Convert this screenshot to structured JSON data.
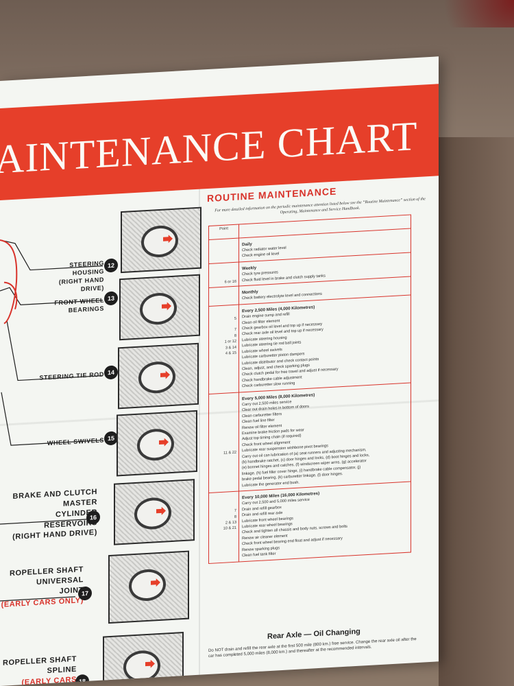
{
  "header": {
    "title": "AINTENANCE CHART"
  },
  "routine": {
    "title": "ROUTINE MAINTENANCE",
    "intro": "For more detailed information on the periodic maintenance attention listed below see the “Routine Maintenance” section of the Operating, Maintenance and Service Handbook.",
    "point_header": "Point",
    "sections": [
      {
        "title": "Daily",
        "points": [
          ""
        ],
        "items": [
          "Check radiator water level",
          "Check engine oil level"
        ]
      },
      {
        "title": "Weekly",
        "points": [
          "",
          "6 or 16"
        ],
        "items": [
          "Check tyre pressures",
          "Check fluid level in brake and clutch supply tanks"
        ]
      },
      {
        "title": "Monthly",
        "points": [
          ""
        ],
        "items": [
          "Check battery electrolyte level and connections"
        ]
      },
      {
        "title": "Every 2,500 Miles (4,000 Kilometres)",
        "points": [
          "5",
          "",
          "7",
          "8",
          "1 or 12",
          "3 & 14",
          "4 & 15",
          "",
          "",
          "",
          "",
          "",
          ""
        ],
        "items": [
          "Drain engine sump and refill",
          "Clean oil filter element",
          "Check gearbox oil level and top up if necessary",
          "Check rear axle oil level and top up if necessary",
          "Lubricate steering housing",
          "Lubricate steering tie rod ball joints",
          "Lubricate wheel swivels",
          "Lubricate carburetter piston dampers",
          "Lubricate distributor and check contact points",
          "Clean, adjust, and check sparking plugs",
          "Check clutch pedal for free travel and adjust if necessary",
          "Check handbrake cable adjustment",
          "Check carburetter slow running"
        ]
      },
      {
        "title": "Every 5,000 Miles (8,000 Kilometres)",
        "points": [
          "",
          "",
          "",
          "",
          "",
          "",
          "",
          "",
          "11 & 22",
          "",
          "",
          "",
          "",
          "",
          ""
        ],
        "items": [
          "Carry out 2,500 miles service",
          "Clear out drain holes in bottom of doors",
          "Clean carburetter filters",
          "Clean fuel line filter",
          "Renew oil filter element",
          "Examine brake friction pads for wear",
          "Adjust top timing chain (if required)",
          "Check front wheel alignment",
          "Lubricate rear suspension wishbone pivot bearings",
          "Carry out oil can lubrication of (a) seat runners and adjusting mechanism,",
          "(b) handbrake ratchet, (c) door hinges and locks, (d) boot hinges and locks,",
          "(e) bonnet hinges and catches, (f) windscreen wiper arms, (g) accelerator",
          "linkage, (h) fuel filler cover hinge, (i) handbrake cable compensator, (j)",
          "brake pedal bearing, (k) carburetter linkage, (l) door hinges.",
          "Lubricate the generator end bush."
        ]
      },
      {
        "title": "Every 10,000 Miles (16,000 Kilometres)",
        "points": [
          "",
          "7",
          "8",
          "2 & 13",
          "10 & 21",
          "",
          "",
          "",
          "",
          ""
        ],
        "items": [
          "Carry out 2,500 and 5,000 miles service",
          "Drain and refill gearbox",
          "Drain and refill rear axle",
          "Lubricate front wheel bearings",
          "Lubricate rear wheel bearings",
          "Check and tighten all chassis and body nuts, screws and bolts",
          "Renew air cleaner element",
          "Check front wheel bearing end float and adjust if necessary",
          "Renew sparking plugs",
          "Clean fuel tank filter"
        ]
      }
    ]
  },
  "rear_axle": {
    "title": "Rear Axle — Oil Changing",
    "text": "Do NOT drain and refill the rear axle at the first 500 mile (800 km.) free service. Change the rear axle oil after the car has completed 5,000 miles (8,000 km.) and thereafter at the recommended intervals."
  },
  "left_labels": [
    {
      "label": "STEERING HOUSING",
      "sub": "(RIGHT HAND DRIVE)",
      "num": "12"
    },
    {
      "label": "FRONT WHEEL BEARINGS",
      "sub": "",
      "num": "13"
    },
    {
      "label": "STEERING TIE ROD",
      "sub": "",
      "num": "14"
    },
    {
      "label": "WHEEL SWIVELS",
      "sub": "",
      "num": "15"
    },
    {
      "label": "BRAKE AND CLUTCH MASTER",
      "sub": "CYLINDER RESERVOIRS",
      "sub2": "(RIGHT HAND DRIVE)",
      "num": "16"
    },
    {
      "label": "ROPELLER SHAFT UNIVERSAL",
      "sub": "JOINT",
      "red": "(EARLY CARS ONLY)",
      "num": "17"
    },
    {
      "label": "ROPELLER SHAFT SPLINE",
      "sub": "",
      "red": "(EARLY CARS ONLY)",
      "num": "18"
    }
  ],
  "colors": {
    "accent": "#e63f2a",
    "paper": "#f4f6f2",
    "ink": "#1e1e1e"
  }
}
